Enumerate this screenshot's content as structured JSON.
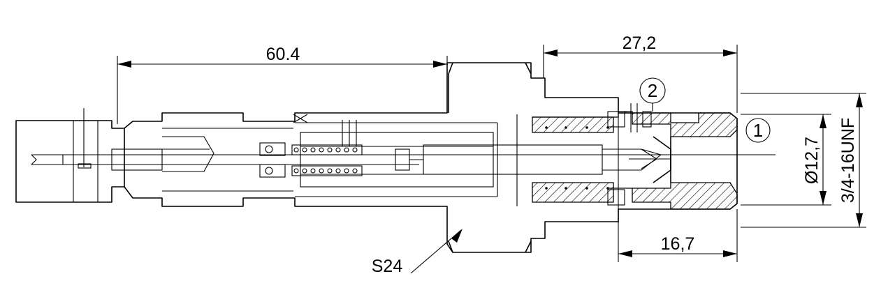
{
  "dimensions": {
    "overall_length": "60.4",
    "fitting_length": "27,2",
    "thread_length": "16,7",
    "bore_diameter": "Ø12,7",
    "thread_spec": "3/4-16UNF",
    "wrench_size": "S24"
  },
  "callouts": {
    "item_1": "1",
    "item_2": "2"
  }
}
